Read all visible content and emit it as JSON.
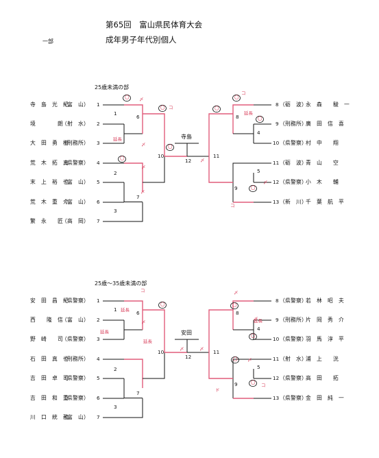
{
  "header": {
    "title": "第65回　富山県民体育大会",
    "division": "一部",
    "event": "成年男子年代別個人"
  },
  "brackets": [
    {
      "section": "25歳未満の部",
      "winner": "寺島",
      "left_players": [
        {
          "name": "寺　島　光　紀",
          "team": "（富　山）",
          "seed": "1"
        },
        {
          "name": "境　　　　朗",
          "team": "（射　水）",
          "seed": "2"
        },
        {
          "name": "大　田　勇　樹",
          "team": "（刑務所）",
          "seed": "3"
        },
        {
          "name": "荒　木　拓　真",
          "team": "（県警察）",
          "seed": "4"
        },
        {
          "name": "末　上　裕　也",
          "team": "（富　山）",
          "seed": "5"
        },
        {
          "name": "荒　木　重　介",
          "team": "（富　山）",
          "seed": "6"
        },
        {
          "name": "繁　永　　匠",
          "team": "（高　岡）",
          "seed": "7"
        }
      ],
      "right_players": [
        {
          "seed": "8",
          "team": "（砺　波）",
          "name": "永　森　　駿　一"
        },
        {
          "seed": "9",
          "team": "（刑務所）",
          "name": "廣　田　信　喜"
        },
        {
          "seed": "10",
          "team": "（県警察）",
          "name": "村　中　　翔"
        },
        {
          "seed": "11",
          "team": "（砺　波）",
          "name": "青　山　　空"
        },
        {
          "seed": "12",
          "team": "（県警察）",
          "name": "小　木　　輔"
        },
        {
          "seed": "13",
          "team": "（新　川）",
          "name": "千　葉　航　平"
        }
      ],
      "match_numbers": [
        "1",
        "6",
        "2",
        "7",
        "3",
        "10",
        "12",
        "11",
        "8",
        "4",
        "5",
        "9"
      ],
      "marks": [
        "〇",
        "〆",
        "〇",
        "コ",
        "延長",
        "〆",
        "〇",
        "〆",
        "〇",
        "〆",
        "〆",
        "〇",
        "コ",
        "延長",
        "〇",
        "〇",
        "〆",
        "〇",
        "コ"
      ]
    },
    {
      "section": "25歳～35歳未満の部",
      "winner": "安田",
      "left_players": [
        {
          "name": "安　田　昌　紀",
          "team": "（県警察）",
          "seed": "1"
        },
        {
          "name": "西　　隆　信",
          "team": "（富　山）",
          "seed": "2"
        },
        {
          "name": "野　崎　　司",
          "team": "（県警察）",
          "seed": "3"
        },
        {
          "name": "石　田　真　也",
          "team": "（刑務所）",
          "seed": "4"
        },
        {
          "name": "吉　田　卓　司",
          "team": "（県警察）",
          "seed": "5"
        },
        {
          "name": "吉　田　和　重",
          "team": "（県警察）",
          "seed": "6"
        },
        {
          "name": "川　口　統　務",
          "team": "（富　山）",
          "seed": "7"
        }
      ],
      "right_players": [
        {
          "seed": "8",
          "team": "（県警察）",
          "name": "若　林　昭　夫"
        },
        {
          "seed": "9",
          "team": "（刑務所）",
          "name": "片　岡　秀　介"
        },
        {
          "seed": "10",
          "team": "（県警察）",
          "name": "羽　馬　淳　平"
        },
        {
          "seed": "11",
          "team": "（射　水）",
          "name": "浦　上　　洸"
        },
        {
          "seed": "12",
          "team": "（県警察）",
          "name": "高　田　　拓"
        },
        {
          "seed": "13",
          "team": "（県警察）",
          "name": "金　田　純　一"
        }
      ],
      "match_numbers": [
        "1",
        "6",
        "2",
        "7",
        "3",
        "10",
        "12",
        "11",
        "8",
        "4",
        "5",
        "9"
      ],
      "marks": [
        "コ",
        "〇",
        "延長",
        "〆",
        "延長",
        "延長",
        "〆",
        "〆",
        "〇",
        "〆",
        "〆",
        "延長",
        "〇",
        "〇",
        "〆",
        "ド",
        "〇",
        "コ"
      ]
    }
  ],
  "colors": {
    "ink": "#111111",
    "win_line": "#e05c7a",
    "mark": "#d9435e"
  }
}
